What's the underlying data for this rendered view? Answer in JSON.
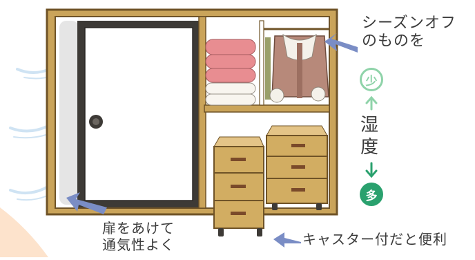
{
  "labels": {
    "season_off_line1": "シーズンオフ",
    "season_off_line2": "のものを",
    "humidity_line1": "湿",
    "humidity_line2": "度",
    "humidity_low": "少",
    "humidity_high": "多",
    "door_open_line1": "扉をあけて",
    "door_open_line2": "通気性よく",
    "caster_tip": "キャスター付だと便利"
  },
  "colors": {
    "wood_frame": "#8a6a36",
    "wood_light": "#c9a55b",
    "door_dark": "#3d3a36",
    "door_panel": "#ffffff",
    "towels": "#e88d91",
    "arrow_blue": "#7a8dc5",
    "low_humidity": "#8fd3a9",
    "high_humidity": "#2aa16e",
    "drawer_body": "#d2ad62",
    "coat": "#b7897a"
  },
  "icons": [
    "breeze-icon",
    "arrow-icon",
    "caster-icon"
  ]
}
